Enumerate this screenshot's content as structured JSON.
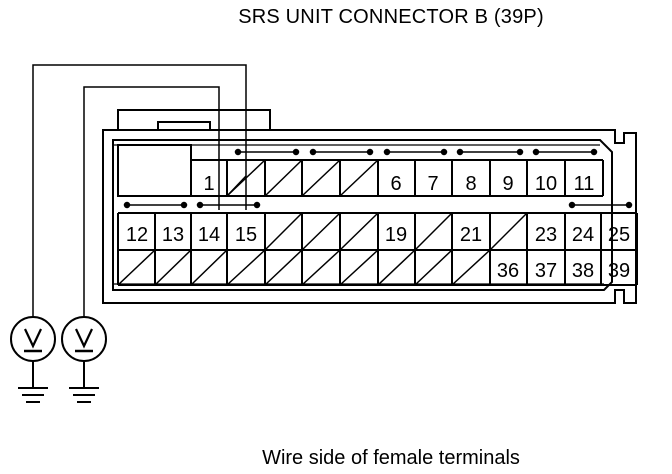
{
  "title": "SRS UNIT CONNECTOR B (39P)",
  "caption": "Wire side of female terminals",
  "terminals": {
    "row1": [
      "1",
      "6",
      "7",
      "8",
      "9",
      "10",
      "11"
    ],
    "row2": [
      "12",
      "13",
      "14",
      "15",
      "19",
      "21",
      "23",
      "24",
      "25"
    ],
    "row3": [
      "36",
      "37",
      "38",
      "39"
    ]
  },
  "meters": [
    "voltmeter-1",
    "voltmeter-2"
  ],
  "meter_symbol": "V"
}
